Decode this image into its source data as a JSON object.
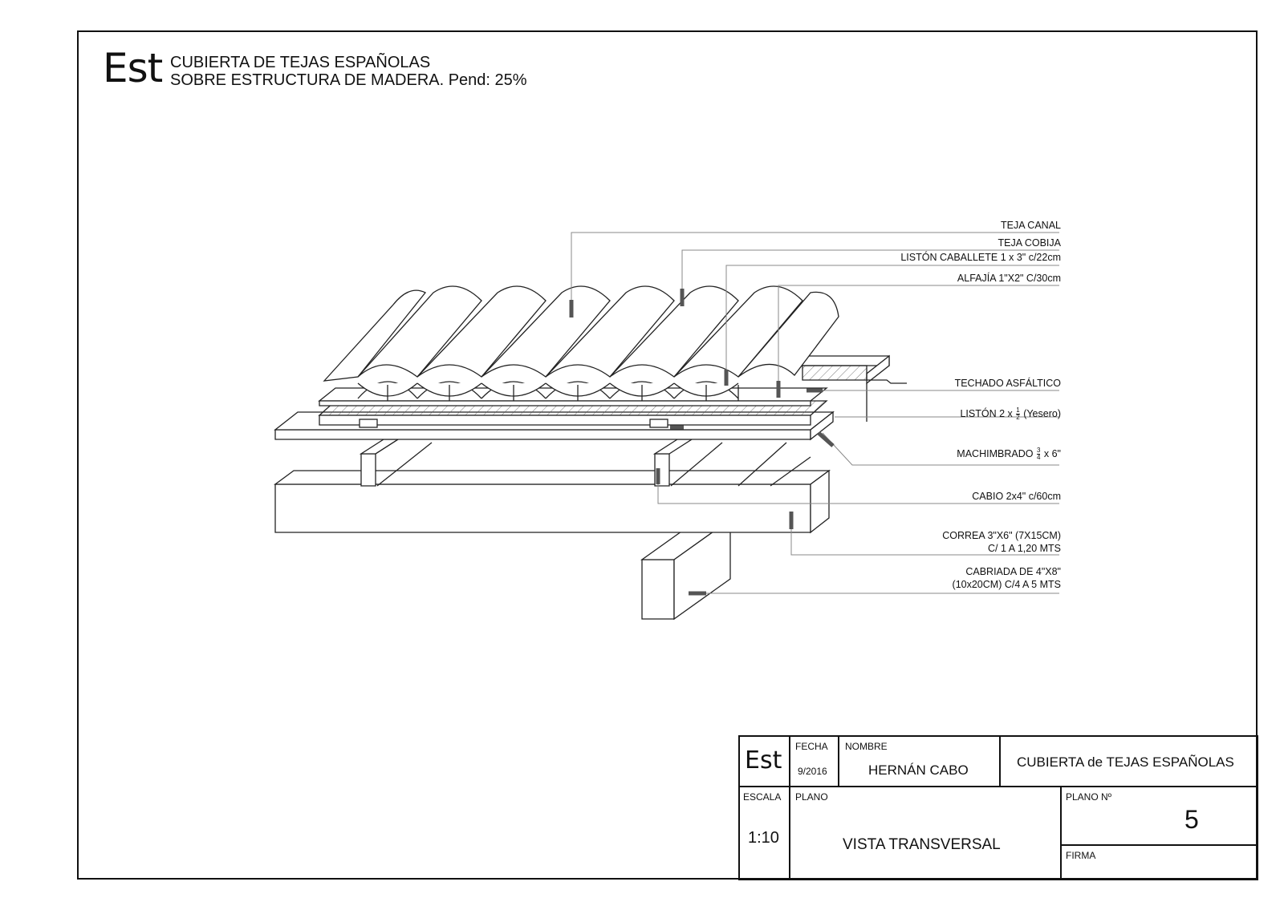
{
  "header": {
    "code": "Est",
    "title_line1": "CUBIERTA DE TEJAS ESPAÑOLAS",
    "title_line2": "SOBRE ESTRUCTURA DE MADERA. Pend: 25%"
  },
  "labels": {
    "teja_canal": "TEJA CANAL",
    "teja_cobija": "TEJA COBIJA",
    "liston_caballete": "LISTÓN CABALLETE 1 x 3\" c/22cm",
    "alfajia": "ALFAJÍA 1\"X2\" C/30cm",
    "techado": "TECHADO ASFÁLTICO",
    "liston_yesero_pre": "LISTÓN 2 x",
    "liston_yesero_num": "1",
    "liston_yesero_den": "2",
    "liston_yesero_post": "(Yesero)",
    "machimbrado_pre": "MACHIMBRADO",
    "machimbrado_num": "3",
    "machimbrado_den": "4",
    "machimbrado_post": "x 6\"",
    "cabio": "CABIO 2x4\" c/60cm",
    "correa_l1": "CORREA 3\"X6\" (7X15CM)",
    "correa_l2": "C/ 1 A 1,20 MTS",
    "cabriada_l1": "CABRIADA DE 4\"X8\"",
    "cabriada_l2": "(10x20CM) C/4 A 5 MTS"
  },
  "title_block": {
    "code": "Est",
    "fecha_label": "FECHA",
    "fecha_value": "9/2016",
    "nombre_label": "NOMBRE",
    "nombre_value": "HERNÁN CABO",
    "project": "CUBIERTA de TEJAS ESPAÑOLAS",
    "escala_label": "ESCALA",
    "escala_value": "1:10",
    "plano_label": "PLANO",
    "plano_value": "VISTA TRANSVERSAL",
    "plano_n_label": "PLANO Nº",
    "plano_n_value": "5",
    "firma_label": "FIRMA"
  }
}
